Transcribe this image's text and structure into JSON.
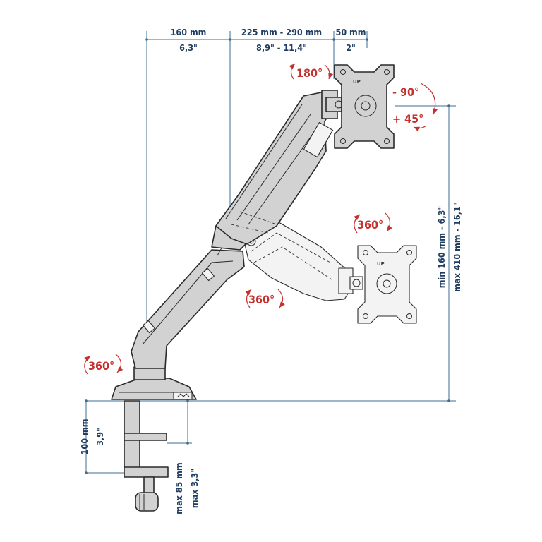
{
  "dimensions": {
    "arm_offset_mm": "160 mm",
    "arm_offset_in": "6,3\"",
    "arm_reach_mm": "225 mm - 290 mm",
    "arm_reach_in": "8,9\" - 11,4\"",
    "plate_depth_mm": "50 mm",
    "plate_depth_in": "2\"",
    "height_min": "min 160 mm - 6,3\"",
    "height_max": "max 410 mm - 16,1\"",
    "clamp_height_mm": "100 mm",
    "clamp_height_in": "3,9\"",
    "desk_thickness_mm": "max 85 mm",
    "desk_thickness_in": "max 3,3\""
  },
  "rotations": {
    "swivel_180": "180°",
    "rotate_minus_90": "- 90°",
    "rotate_plus_45": "+ 45°",
    "upper_360": "360°",
    "elbow_360": "360°",
    "base_360": "360°"
  },
  "plate_labels": {
    "up_top": "UP",
    "up_bottom": "UP"
  },
  "colors": {
    "dimension_lines": "#3d6c8f",
    "dimension_text": "#1f3d60",
    "rotation_text": "#c4312e",
    "arm_fill": "#d2d2d2"
  }
}
